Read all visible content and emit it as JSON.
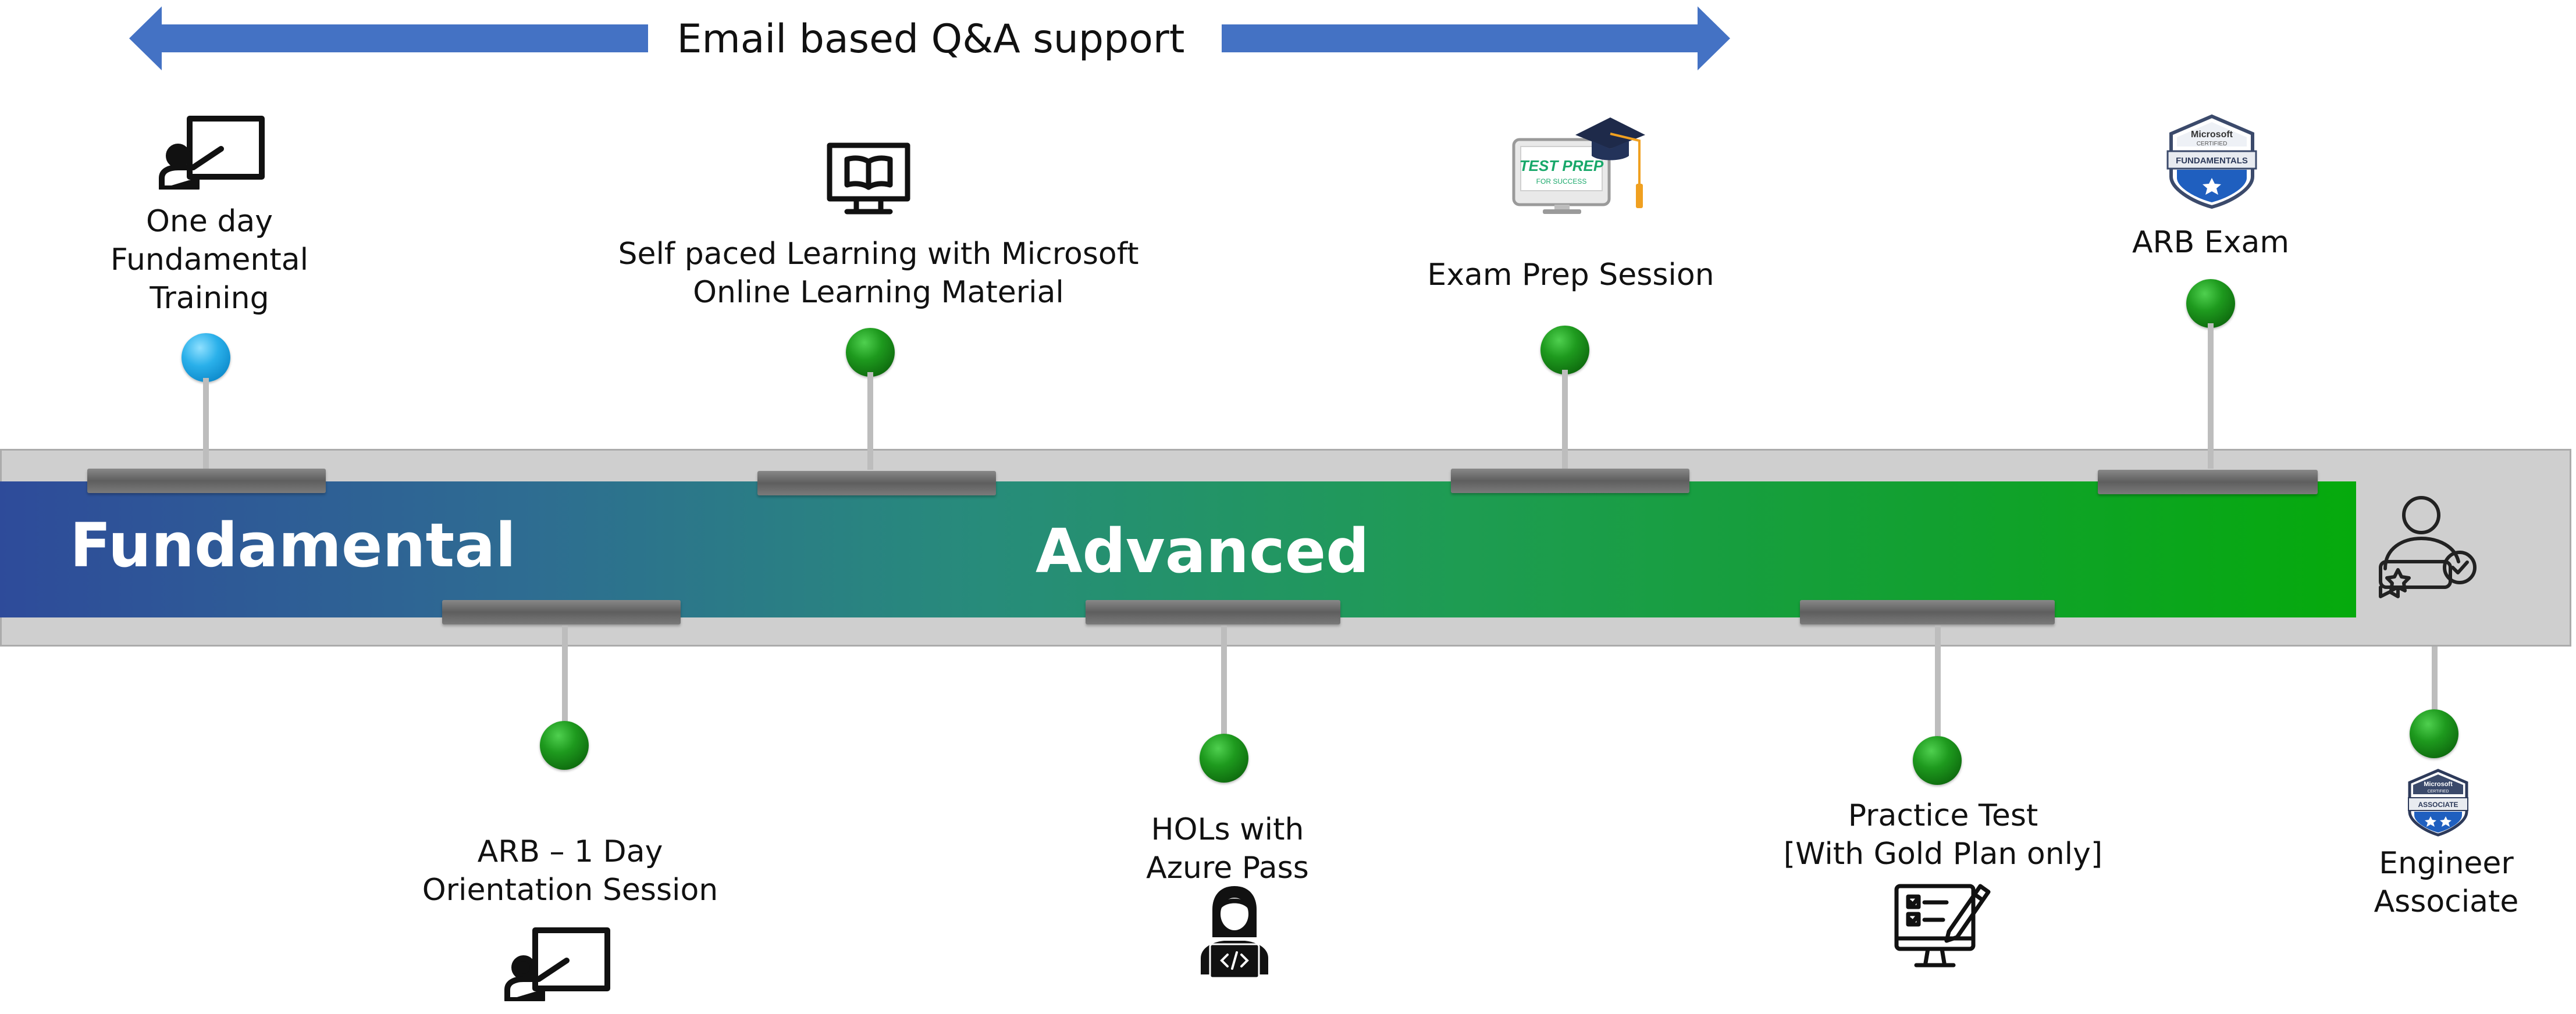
{
  "banner": {
    "text": "Email based Q&A support",
    "color": "#4472C4"
  },
  "track": {
    "phases": [
      "Fundamental",
      "Advanced"
    ],
    "gradient": [
      "#2e4b9a",
      "#05aa0c"
    ],
    "end_icon": "certificate-person-icon"
  },
  "steps_top": [
    {
      "lines": [
        "One day",
        "Fundamental",
        "Training"
      ],
      "icon": "presenter-board-icon",
      "dot_color": "#2ab0ea"
    },
    {
      "lines": [
        "Self paced Learning with Microsoft",
        "Online Learning Material"
      ],
      "icon": "monitor-book-icon",
      "dot_color": "#1e9a1e"
    },
    {
      "lines": [
        "Exam Prep Session"
      ],
      "icon": "test-prep-monitor-icon",
      "icon_text": [
        "TEST PREP",
        "FOR SUCCESS"
      ],
      "dot_color": "#1e9a1e"
    },
    {
      "lines": [
        "ARB Exam"
      ],
      "icon": "microsoft-fundamentals-badge-icon",
      "badge_text": [
        "Microsoft",
        "CERTIFIED",
        "FUNDAMENTALS"
      ],
      "dot_color": "#1e9a1e"
    }
  ],
  "steps_bottom": [
    {
      "lines": [
        "ARB – 1 Day",
        "Orientation Session"
      ],
      "icon": "presenter-board-icon",
      "dot_color": "#1e9a1e"
    },
    {
      "lines": [
        "HOLs with",
        "Azure Pass"
      ],
      "icon": "developer-laptop-icon",
      "dot_color": "#1e9a1e"
    },
    {
      "lines": [
        "Practice Test",
        "[With Gold Plan only]"
      ],
      "icon": "checklist-monitor-icon",
      "dot_color": "#1e9a1e"
    },
    {
      "lines": [
        "Engineer",
        "Associate"
      ],
      "icon": "microsoft-associate-badge-icon",
      "badge_text": [
        "Microsoft",
        "CERTIFIED",
        "ASSOCIATE"
      ],
      "dot_color": "#1e9a1e"
    }
  ]
}
